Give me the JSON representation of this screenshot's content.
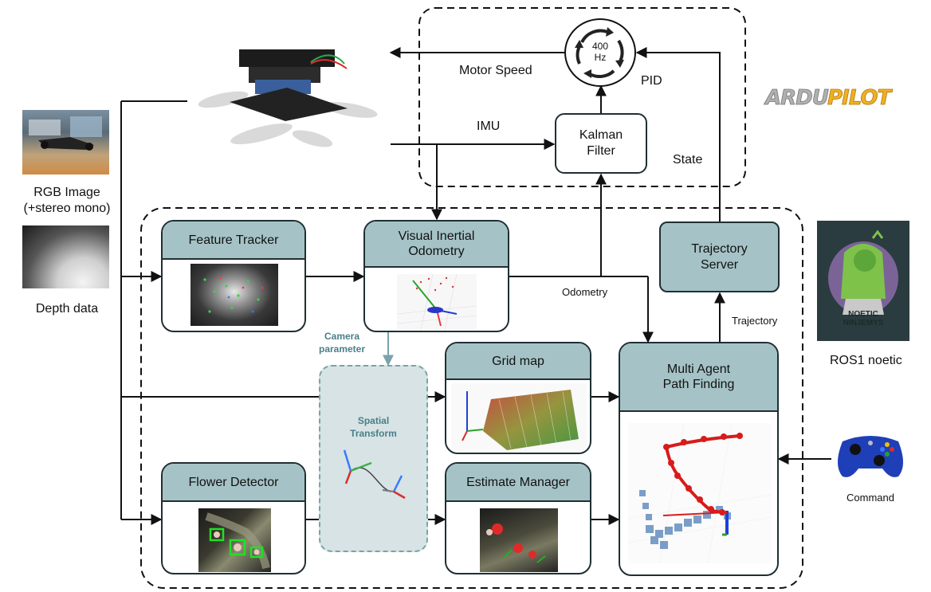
{
  "inputs": {
    "rgb_label": "RGB Image\n(+stereo mono)",
    "depth_label": "Depth data"
  },
  "flight": {
    "motor_speed_label": "Motor Speed",
    "pid_label": "PID",
    "imu_label": "IMU",
    "state_label": "State",
    "pid_rate": "400\nHz",
    "kalman_label": "Kalman\nFilter"
  },
  "blocks": {
    "feature_tracker": "Feature Tracker",
    "vio": "Visual Inertial\nOdometry",
    "grid_map": "Grid map",
    "flower_detector": "Flower Detector",
    "estimate_manager": "Estimate Manager",
    "mapf": "Multi Agent\nPath Finding",
    "trajectory_server": "Trajectory\nServer",
    "spatial_transform": "Spatial\nTransform"
  },
  "edges": {
    "odometry_label": "Odometry",
    "trajectory_label": "Trajectory",
    "camera_parameter_label": "Camera\nparameter"
  },
  "external": {
    "ardupilot_logo": "ARDUPILOT",
    "ros_logo": "NOETIC\nNINJEMYS",
    "ros_label": "ROS1 noetic",
    "command_label": "Command"
  },
  "colors": {
    "block_header": "#a5c3c6",
    "border": "#1f2f33",
    "spatial_fill": "#d7e3e4",
    "teal_text": "#4b7f89"
  }
}
